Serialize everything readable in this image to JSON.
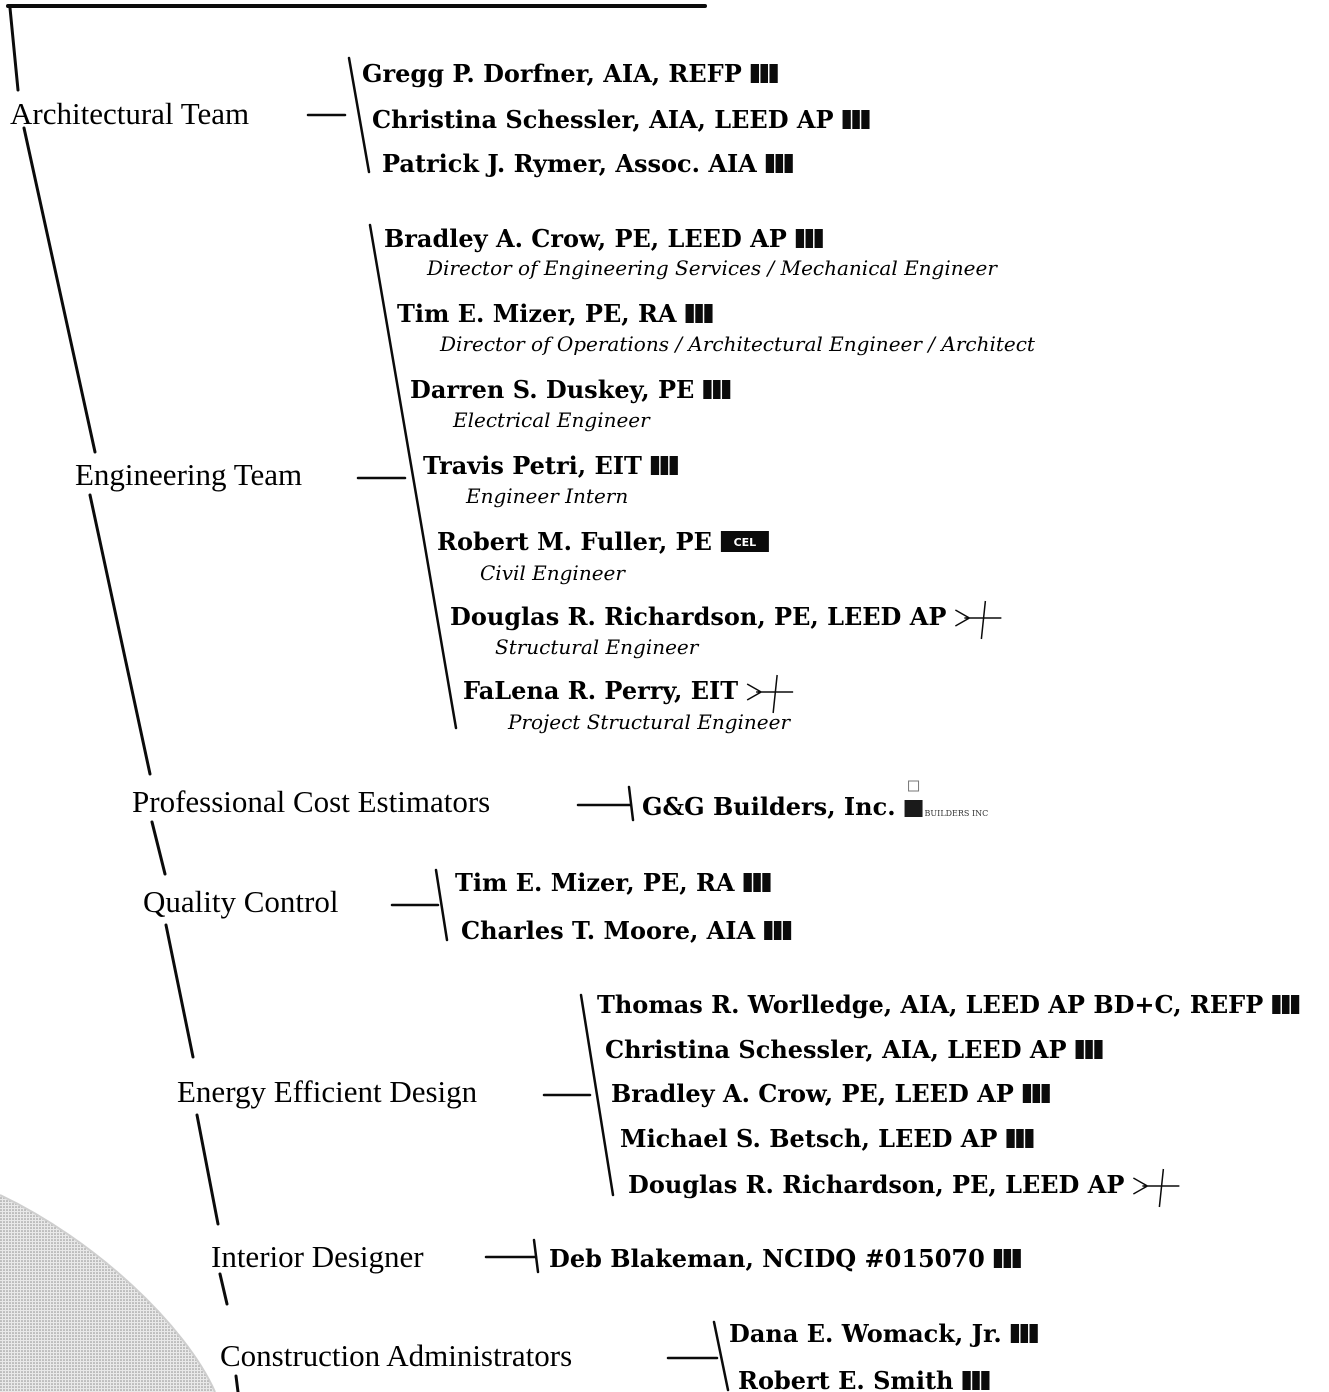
{
  "teams": [
    {
      "category": "Architectural Team",
      "members": [
        {
          "name": "Gregg P. Dorfner, AIA, REFP",
          "badge": "cred-block"
        },
        {
          "name": "Christina Schessler, AIA, LEED AP",
          "badge": "cred-block"
        },
        {
          "name": "Patrick J. Rymer, Assoc. AIA",
          "badge": "cred-block"
        }
      ]
    },
    {
      "category": "Engineering Team",
      "members": [
        {
          "name": "Bradley A. Crow, PE, LEED AP",
          "role": "Director of Engineering Services / Mechanical Engineer",
          "badge": "cred-block"
        },
        {
          "name": "Tim E. Mizer, PE, RA",
          "role": "Director of Operations / Architectural Engineer / Architect",
          "badge": "cred-block"
        },
        {
          "name": "Darren S. Duskey, PE",
          "role": "Electrical Engineer",
          "badge": "cred-block"
        },
        {
          "name": "Travis Petri, EIT",
          "role": "Engineer Intern",
          "badge": "cred-block"
        },
        {
          "name": "Robert M. Fuller, PE",
          "role": "Civil Engineer",
          "badge": "cel-logo"
        },
        {
          "name": "Douglas R. Richardson, PE, LEED AP",
          "role": "Structural Engineer",
          "badge": "signature-mark"
        },
        {
          "name": "FaLena R. Perry, EIT",
          "role": "Project Structural Engineer",
          "badge": "signature-mark"
        }
      ]
    },
    {
      "category": "Professional Cost Estimators",
      "members": [
        {
          "name": "G&G Builders, Inc.",
          "badge": "gg-builders-logo"
        }
      ]
    },
    {
      "category": "Quality Control",
      "members": [
        {
          "name": "Tim E. Mizer, PE, RA",
          "badge": "cred-block"
        },
        {
          "name": "Charles T. Moore, AIA",
          "badge": "cred-block"
        }
      ]
    },
    {
      "category": "Energy Efficient Design",
      "members": [
        {
          "name": "Thomas R. Worlledge, AIA, LEED AP BD+C, REFP",
          "badge": "cred-block"
        },
        {
          "name": "Christina Schessler, AIA, LEED AP",
          "badge": "cred-block"
        },
        {
          "name": "Bradley A. Crow, PE, LEED AP",
          "badge": "cred-block"
        },
        {
          "name": "Michael S. Betsch, LEED AP",
          "badge": "cred-block"
        },
        {
          "name": "Douglas R. Richardson, PE, LEED AP",
          "badge": "signature-mark"
        }
      ]
    },
    {
      "category": "Interior Designer",
      "members": [
        {
          "name": "Deb Blakeman, NCIDQ #015070",
          "badge": "cred-block"
        }
      ]
    },
    {
      "category": "Construction Administrators",
      "members": [
        {
          "name": "Dana E. Womack, Jr.",
          "badge": "cred-block"
        },
        {
          "name": "Robert E. Smith",
          "badge": "cred-block"
        }
      ]
    }
  ],
  "logos": {
    "cel_text": "CEL",
    "gg_text": "BUILDERS INC"
  },
  "colors": {
    "ink": "#0b0b0b",
    "background": "#ffffff",
    "swoosh": "#8a8a8a"
  }
}
